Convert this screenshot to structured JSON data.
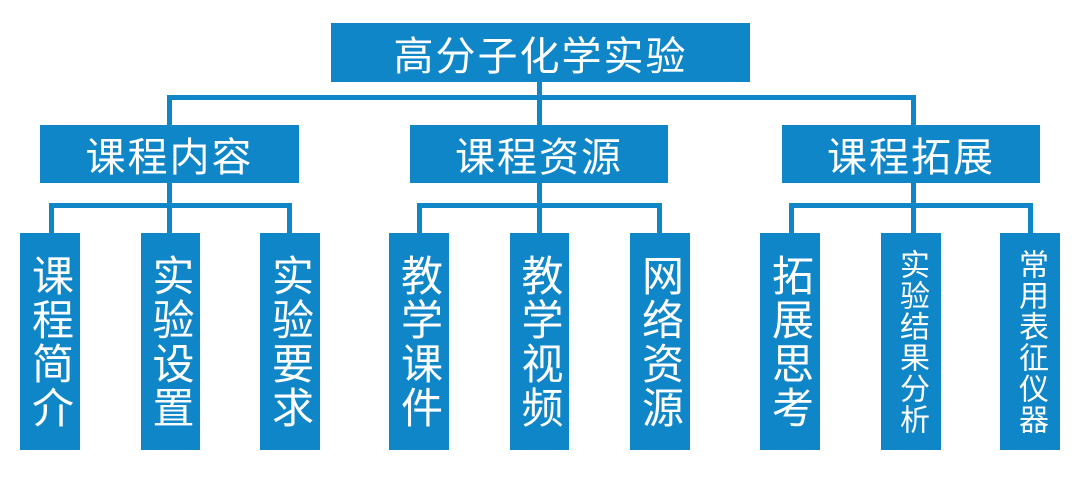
{
  "root": {
    "label": "高分子化学实验"
  },
  "categories": [
    {
      "label": "课程内容",
      "children": [
        {
          "label": "课程简介"
        },
        {
          "label": "实验设置"
        },
        {
          "label": "实验要求"
        }
      ]
    },
    {
      "label": "课程资源",
      "children": [
        {
          "label": "教学课件"
        },
        {
          "label": "教学视频"
        },
        {
          "label": "网络资源"
        }
      ]
    },
    {
      "label": "课程拓展",
      "children": [
        {
          "label": "拓展思考"
        },
        {
          "label": "实验结果分析"
        },
        {
          "label": "常用表征仪器"
        }
      ]
    }
  ],
  "colors": {
    "box": "#0f86c8",
    "text": "#ffffff",
    "background": "#ffffff"
  }
}
